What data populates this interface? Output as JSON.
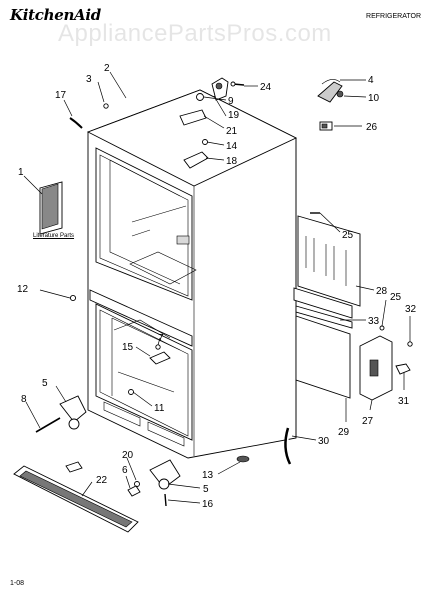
{
  "header": {
    "brand": "KitchenAid",
    "category": "REFRIGERATOR",
    "watermark": "AppliancePartsPros.com"
  },
  "literature_label": "Literature Parts",
  "footer_code": "1-08",
  "callouts": [
    "1",
    "2",
    "3",
    "4",
    "5",
    "5",
    "6",
    "7",
    "8",
    "9",
    "10",
    "11",
    "12",
    "13",
    "14",
    "15",
    "16",
    "17",
    "18",
    "19",
    "20",
    "21",
    "22",
    "24",
    "25",
    "25",
    "26",
    "27",
    "28",
    "29",
    "30",
    "31",
    "32",
    "33"
  ]
}
